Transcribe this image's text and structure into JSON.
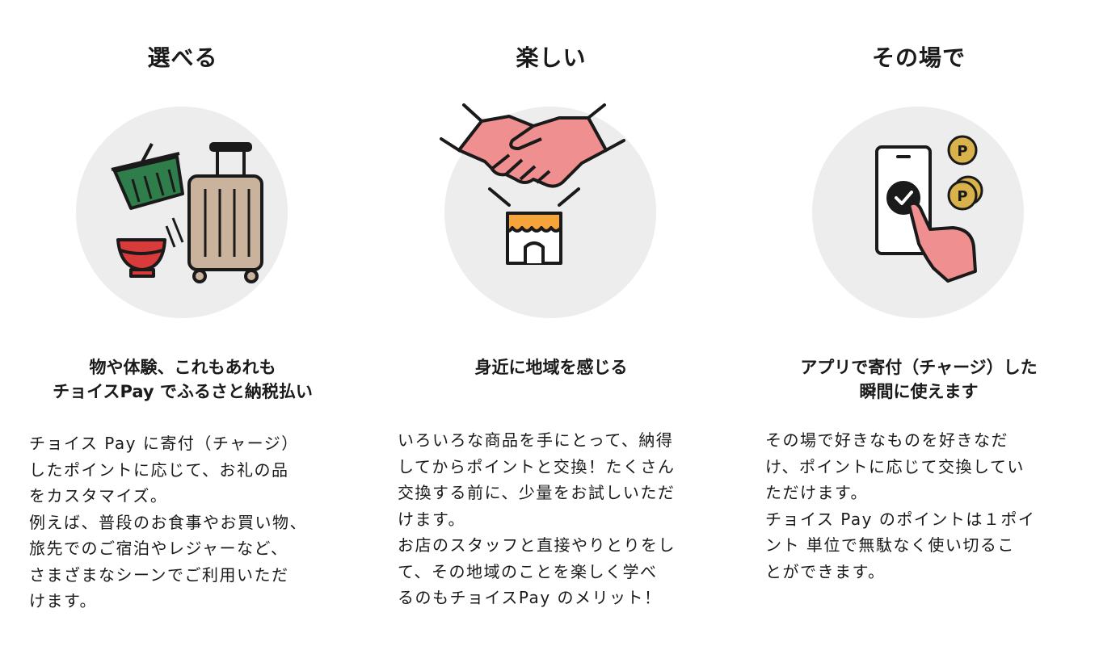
{
  "features": [
    {
      "heading": "選べる",
      "illustration": "shopping-travel-icon",
      "subtitle": "物や体験、これもあれも\nチョイスPay でふるさと納税払い",
      "body": "チョイス Pay に寄付（チャージ）\nしたポイントに応じて、お礼の品\nをカスタマイズ。\n例えば、普段のお食事やお買い物、\n旅先でのご宿泊やレジャーなど、\nさまざまなシーンでご利用いただ\nけます。"
    },
    {
      "heading": "楽しい",
      "illustration": "handshake-shop-icon",
      "subtitle": "身近に地域を感じる",
      "body": "いろいろな商品を手にとって、納得\nしてからポイントと交換！たくさん\n交換する前に、少量をお試しいただ\nけます。\nお店のスタッフと直接やりとりをし\nて、その地域のことを楽しく学べ\nるのもチョイスPay のメリット！"
    },
    {
      "heading": "その場で",
      "illustration": "smartphone-tap-icon",
      "subtitle": "アプリで寄付（チャージ）した\n瞬間に使えます",
      "body": "その場で好きなものを好きなだ\nけ、ポイントに応じて交換してい\nただけます。\nチョイス Pay のポイントは１ポイ\nント 単位で無駄なく使い切るこ\nとができます。"
    }
  ],
  "colors": {
    "circle": "#ededed",
    "basket_green": "#2f7d4a",
    "bowl_red": "#d93b3b",
    "suitcase_beige": "#c9b39c",
    "hand_pink": "#f08f8f",
    "awning_orange": "#f5a33b",
    "coin_gold": "#d9b24c"
  }
}
